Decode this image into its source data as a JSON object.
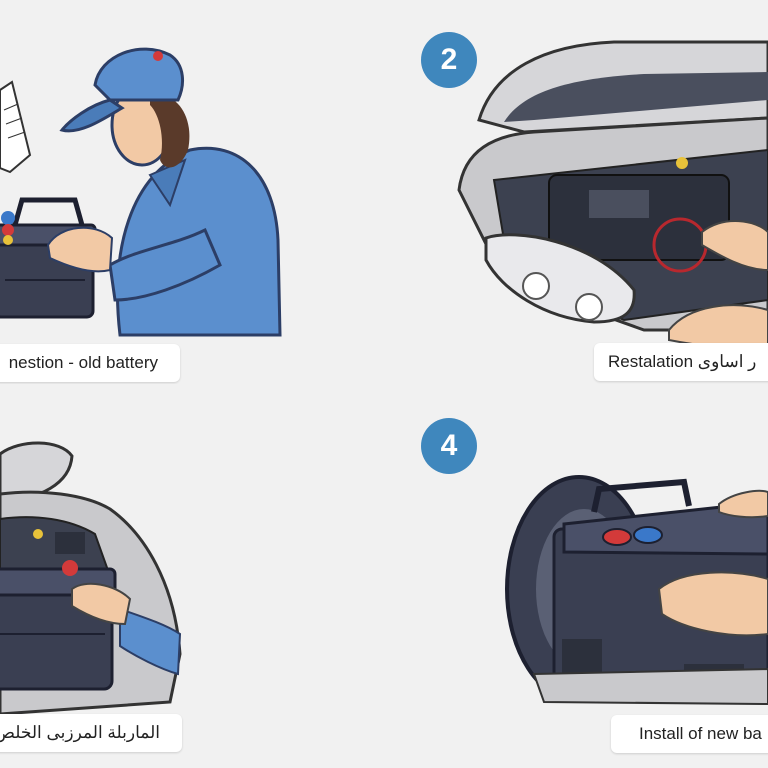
{
  "steps": [
    {
      "number": "",
      "caption": "nestion - old battery"
    },
    {
      "number": "2",
      "caption": "Restalation ر اساوى"
    },
    {
      "number": "",
      "caption": "الماربلة المرزبى الخلص"
    },
    {
      "number": "4",
      "caption": "Install of new ba"
    }
  ],
  "colors": {
    "background": "#f1f1f1",
    "badge": "#3f87bd",
    "shirt": "#5b8fce",
    "battery": "#3a3f52",
    "car_body": "#c9c9cc",
    "terminal_red": "#d33a3a",
    "terminal_blue": "#3a78c9"
  },
  "icons": [
    "document-icon",
    "mechanic-illustration",
    "battery-icon",
    "car-hood-illustration",
    "headlight-icon",
    "hand-icon"
  ]
}
